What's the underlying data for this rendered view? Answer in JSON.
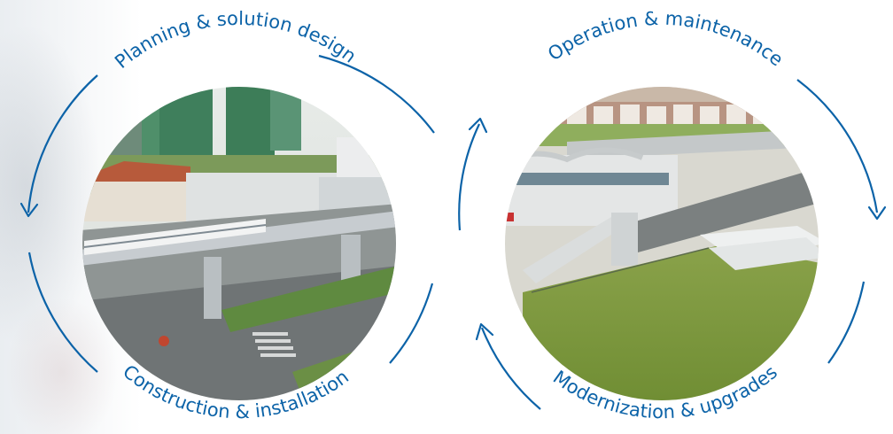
{
  "cycle": {
    "left": {
      "top_label": "Planning & solution design",
      "bottom_label": "Construction & installation",
      "photo": "elevated-metro-line-with-train-photo"
    },
    "right": {
      "top_label": "Operation & maintenance",
      "bottom_label": "Modernization & upgrades",
      "photo": "elevated-metro-station-aerial-photo"
    }
  },
  "colors": {
    "accent": "#0c63a8",
    "background": "#ffffff"
  }
}
